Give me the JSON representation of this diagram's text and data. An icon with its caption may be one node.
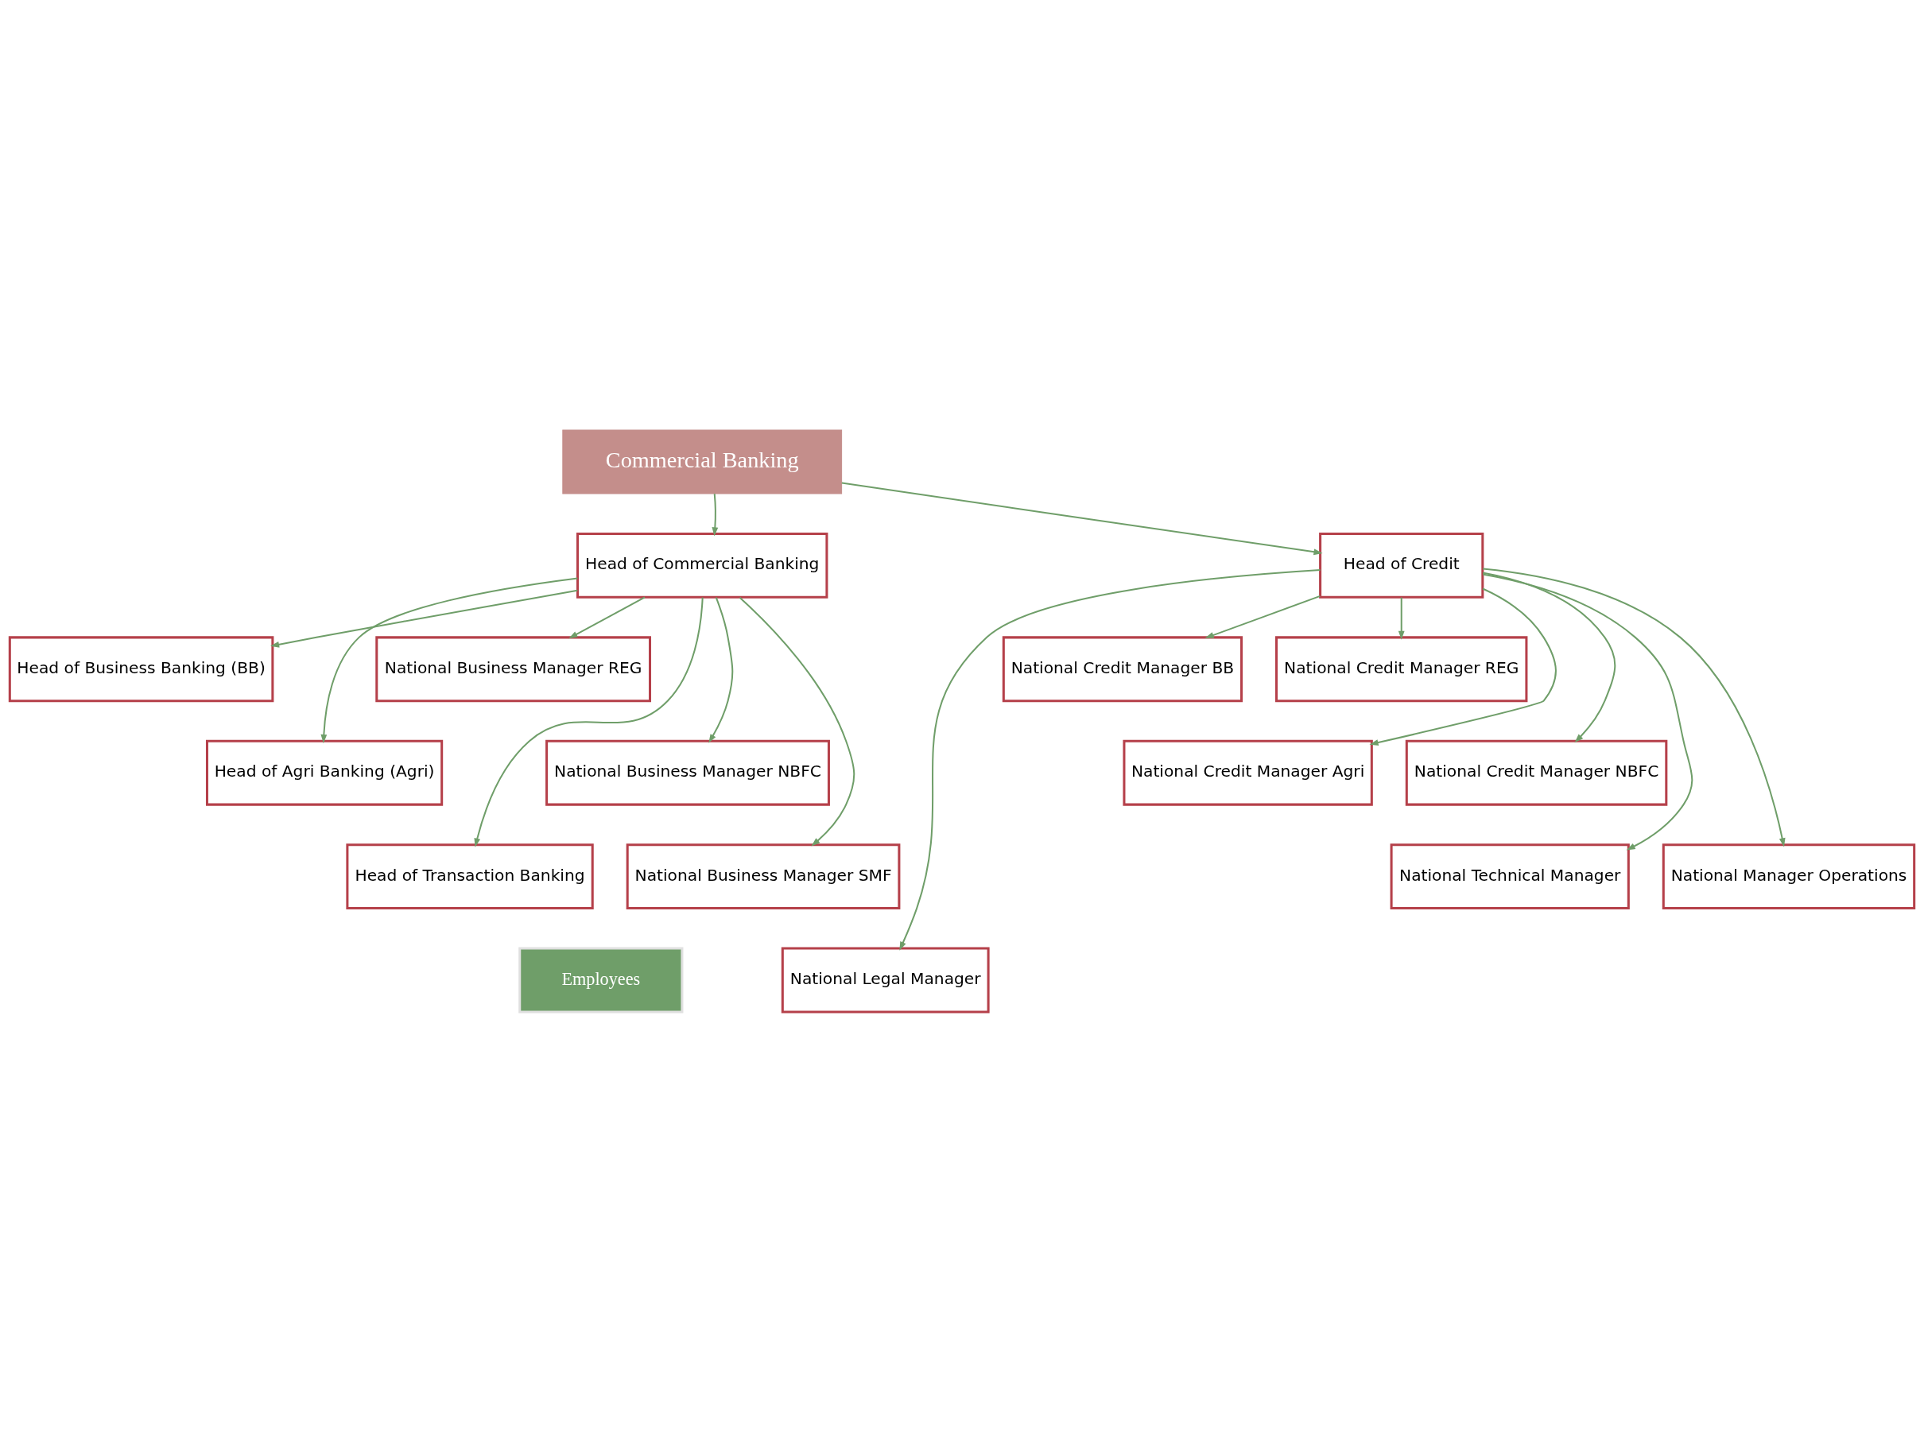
{
  "diagram": {
    "nodes": [
      {
        "text": [
          "Commercial Banking"
        ]
      },
      {
        "text": [
          "Head of Commercial Banking"
        ]
      },
      {
        "text": [
          "Head of Credit"
        ]
      },
      {
        "text": [
          "Head of Business Banking (BB)"
        ]
      },
      {
        "text": [
          "National Business Manager REG"
        ]
      },
      {
        "text": [
          "National Credit Manager BB"
        ]
      },
      {
        "text": [
          "National Credit Manager REG"
        ]
      },
      {
        "text": [
          "Head of Agri Banking (Agri)"
        ]
      },
      {
        "text": [
          "National Business Manager NBFC"
        ]
      },
      {
        "text": [
          "National Credit Manager Agri"
        ]
      },
      {
        "text": [
          "National Credit Manager NBFC"
        ]
      },
      {
        "text": [
          "Head of Transaction Banking"
        ]
      },
      {
        "text": [
          "National Business Manager SMF"
        ]
      },
      {
        "text": [
          "National Technical Manager"
        ]
      },
      {
        "text": [
          "National Manager Operations"
        ]
      },
      {
        "text": [
          "National Legal Manager"
        ]
      },
      {
        "text": [
          "Employees"
        ]
      }
    ],
    "edges": [
      {
        "from": 0,
        "to": 1,
        "arrow": "to"
      },
      {
        "from": 0,
        "to": 2,
        "arrow": "to"
      },
      {
        "from": 1,
        "to": 3,
        "arrow": "to"
      },
      {
        "from": 1,
        "to": 4,
        "arrow": "to"
      },
      {
        "from": 1,
        "to": 7,
        "arrow": "to"
      },
      {
        "from": 1,
        "to": 8,
        "arrow": "to"
      },
      {
        "from": 1,
        "to": 11,
        "arrow": "to"
      },
      {
        "from": 1,
        "to": 12,
        "arrow": "to"
      },
      {
        "from": 2,
        "to": 5,
        "arrow": "to"
      },
      {
        "from": 2,
        "to": 6,
        "arrow": "to"
      },
      {
        "from": 2,
        "to": 9,
        "arrow": "to"
      },
      {
        "from": 2,
        "to": 10,
        "arrow": "to"
      },
      {
        "from": 2,
        "to": 13,
        "arrow": "to"
      },
      {
        "from": 2,
        "to": 14,
        "arrow": "to"
      },
      {
        "from": 2,
        "to": 15,
        "arrow": "to"
      }
    ]
  }
}
